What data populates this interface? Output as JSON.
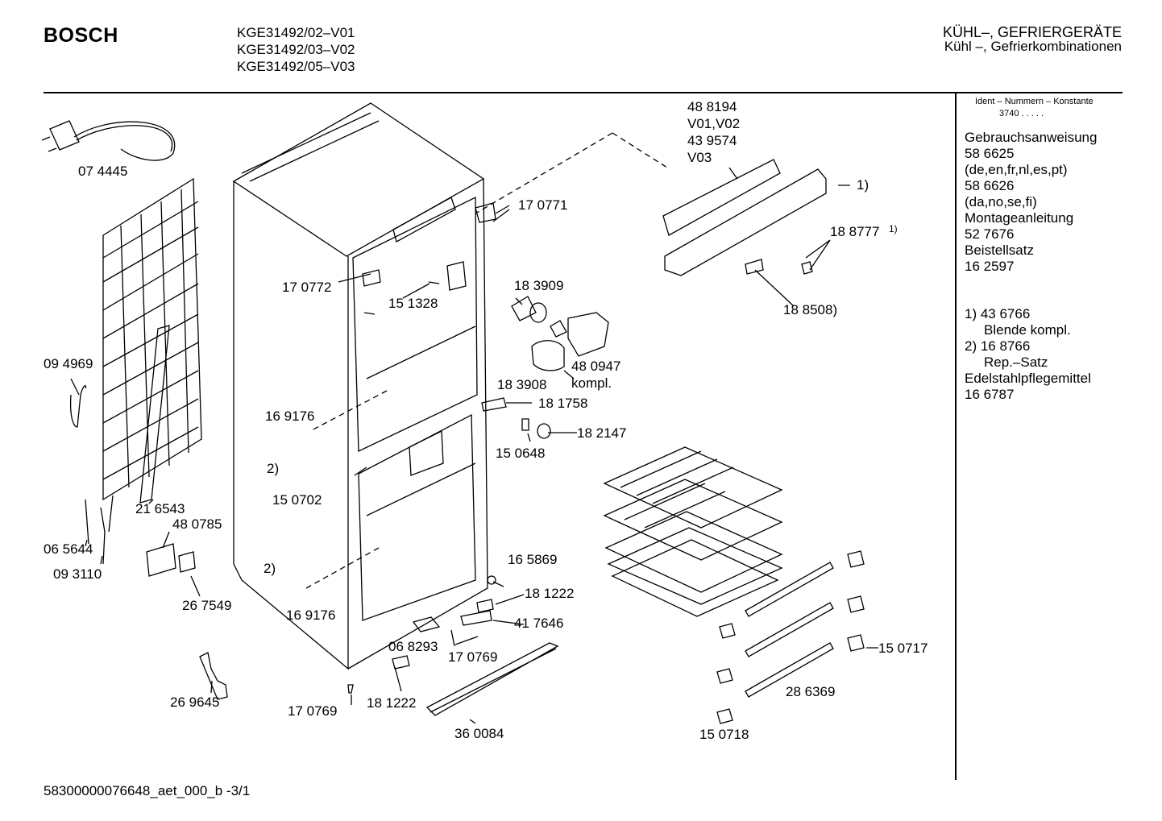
{
  "header": {
    "brand": "BOSCH",
    "models": [
      "KGE31492/02–V01",
      "KGE31492/03–V02",
      "KGE31492/05–V03"
    ],
    "category_main": "KÜHL–, GEFRIERGERÄTE",
    "category_sub": "Kühl –, Gefrierkombinationen"
  },
  "sidebar": {
    "ident_title": "Ident – Nummern – Konstante",
    "ident_value": "3740  .  .  .  .  .",
    "lines": [
      "Gebrauchsanweisung",
      "58 6625",
      "(de,en,fr,nl,es,pt)",
      "58 6626",
      "(da,no,se,fi)",
      "Montageanleitung",
      "52 7676",
      "Beistellsatz",
      "16 2597"
    ],
    "notes": [
      {
        "text": "1) 43 6766",
        "indent": false
      },
      {
        "text": "Blende kompl.",
        "indent": true
      },
      {
        "text": "2)  16 8766",
        "indent": false
      },
      {
        "text": "Rep.–Satz",
        "indent": true
      },
      {
        "text": "Edelstahlpflegemittel",
        "indent": false
      },
      {
        "text": "16 6787",
        "indent": false
      }
    ]
  },
  "parts": {
    "p074445": "07 4445",
    "p094969": "09 4969",
    "p216543": "21 6543",
    "p065644": "06 5644",
    "p093110": "09 3110",
    "p480785": "48 0785",
    "p267549": "26 7549",
    "p269645": "26 9645",
    "p170772": "17 0772",
    "p151328": "15 1328",
    "p169176a": "16 9176",
    "p169176b": "16 9176",
    "p150702": "15 0702",
    "note2a": "2)",
    "note2b": "2)",
    "p170771": "17 0771",
    "p183909": "18 3909",
    "p183908": "18 3908",
    "p480947": "48 0947",
    "kompl": "kompl.",
    "p181758": "18 1758",
    "p182147": "18 2147",
    "p150648": "15 0648",
    "p165869": "16 5869",
    "p181222a": "18 1222",
    "p417646": "41 7646",
    "p068293": "06 8293",
    "p170769a": "17 0769",
    "p170769b": "17 0769",
    "p181222b": "18 1222",
    "p360084": "36 0084",
    "p488194": "48 8194",
    "v0102": "V01,V02",
    "p439574": "43 9574",
    "v03": "V03",
    "note1a": "1)",
    "p188777": "18 8777",
    "note1b": "1)",
    "p188508": "18 8508)",
    "p150717": "15 0717",
    "p286369": "28 6369",
    "p150718": "15 0718"
  },
  "footer": {
    "doc_id": "58300000076648_aet_000_b  -3/1"
  }
}
